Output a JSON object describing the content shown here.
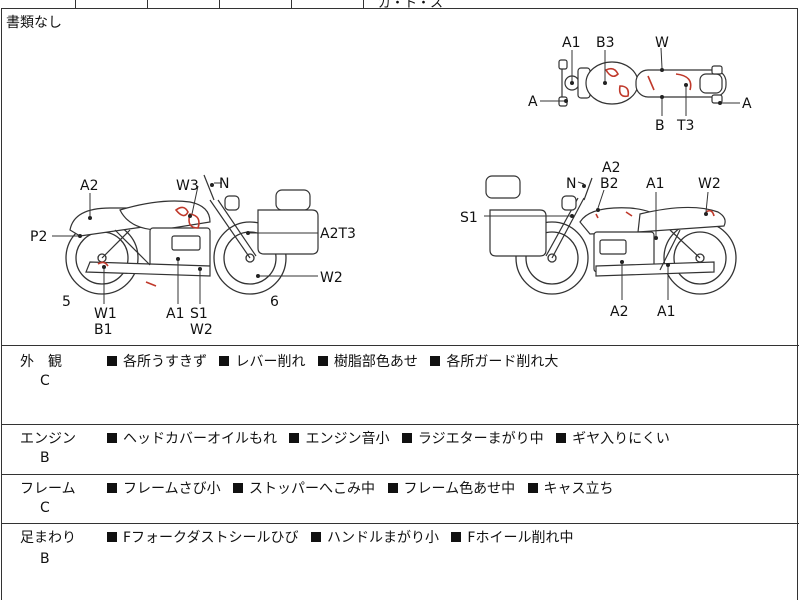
{
  "header": {
    "top_partial_text": "ガ・ト・ス",
    "document_note": "書類なし"
  },
  "diagram": {
    "top_view_labels": [
      "A1",
      "B3",
      "W",
      "A",
      "A",
      "B",
      "T3"
    ],
    "left_view_labels": [
      "A2",
      "W3",
      "N",
      "P2",
      "A2T3",
      "W2",
      "5",
      "W1",
      "B1",
      "A1",
      "S1",
      "W2",
      "6"
    ],
    "right_view_labels": [
      "A2",
      "N",
      "B2",
      "A1",
      "W2",
      "S1",
      "A2",
      "A1"
    ]
  },
  "condition": [
    {
      "name": "外　観",
      "grade": "C",
      "items": [
        "各所うすきず",
        "レバー削れ",
        "樹脂部色あせ",
        "各所ガード削れ大"
      ]
    },
    {
      "name": "エンジン",
      "grade": "B",
      "items": [
        "ヘッドカバーオイルもれ",
        "エンジン音小",
        "ラジエターまがり中",
        "ギヤ入りにくい"
      ]
    },
    {
      "name": "フレーム",
      "grade": "C",
      "items": [
        "フレームさび小",
        "ストッパーへこみ中",
        "フレーム色あせ中",
        "キャス立ち"
      ]
    },
    {
      "name": "足まわり",
      "grade": "B",
      "items": [
        "Fフォークダストシールひび",
        "ハンドルまがり小",
        "Fホイール削れ中"
      ]
    }
  ]
}
